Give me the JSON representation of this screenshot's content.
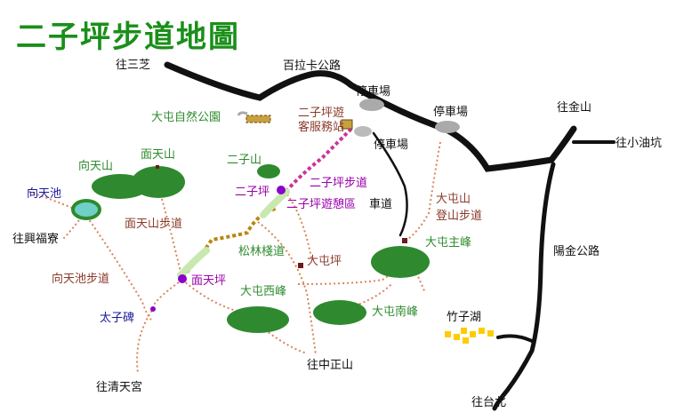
{
  "title": "二子坪步道地圖",
  "colors": {
    "title": "#1a8f1a",
    "road": "#111111",
    "trail": "#d9845a",
    "mountain": "#2f8a2f",
    "label_dark": "#111111",
    "label_green": "#2e8b2e",
    "label_brown": "#8b3a2a",
    "label_purple": "#9900aa",
    "label_blue": "#1a1a9a",
    "main_trail": "#cc3399",
    "pine_trail": "#b8860b",
    "waypoint": "#8a00cc",
    "parking": "#aaaaaa",
    "building": "#c8a040",
    "lake": "#ffcc00"
  },
  "labels": {
    "wang_sanzhi": "往三芝",
    "bailaka_road": "百拉卡公路",
    "parking_1": "停車場",
    "parking_2": "停車場",
    "parking_3": "停車場",
    "wang_jinshan": "往金山",
    "wang_xiaoyoukeng": "往小油坑",
    "datun_nature_park": "大屯自然公園",
    "erziping_service_1": "二子坪遊",
    "erziping_service_2": "客服務站",
    "erzishan": "二子山",
    "xiangtianshan": "向天山",
    "miantianshan": "面天山",
    "xiangtianchi": "向天池",
    "erziping": "二子坪",
    "erziping_trail": "二子坪步道",
    "erziping_rest_area": "二子坪遊憩區",
    "vehicle_road": "車道",
    "datunshan_trail_1": "大屯山",
    "datunshan_trail_2": "登山步道",
    "miantianshan_trail": "面天山步道",
    "wang_xingfuliao": "往興福寮",
    "datun_main_peak": "大屯主峰",
    "pine_boardwalk": "松林棧道",
    "datunping": "大屯坪",
    "yangjin_road": "陽金公路",
    "xiangtianchi_trail": "向天池步道",
    "miantianping": "面天坪",
    "datun_west_peak": "大屯西峰",
    "taizibei": "太子碑",
    "datun_south_peak": "大屯南峰",
    "zhuzihu": "竹子湖",
    "wang_zhongzhengshan": "往中正山",
    "wang_qingtiangong": "往清天宮",
    "wang_taipei": "往台北"
  }
}
